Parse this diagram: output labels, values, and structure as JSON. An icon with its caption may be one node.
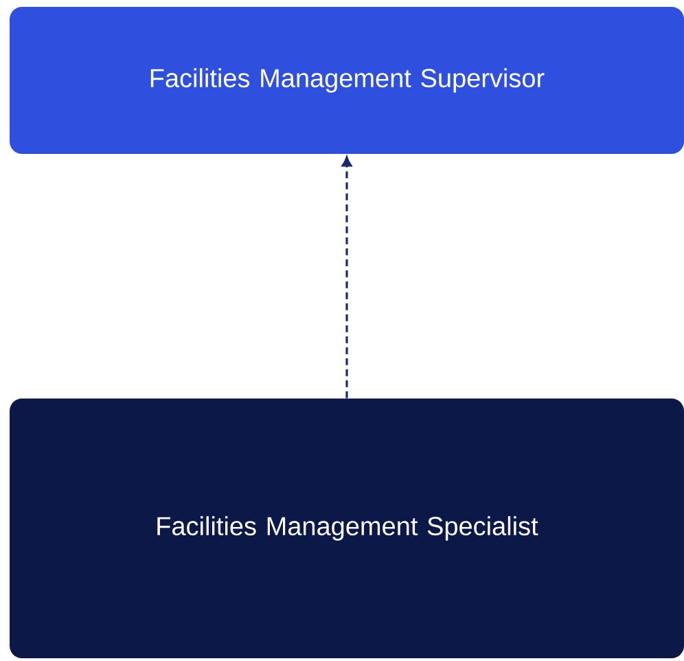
{
  "diagram": {
    "nodes": [
      {
        "text": [
          "Facilities Management Supervisor"
        ]
      },
      {
        "text": [
          "Facilities Management Specialist"
        ]
      }
    ],
    "edges": [
      {
        "from": 1,
        "to": 0,
        "arrow": "to",
        "style": "dashed"
      }
    ]
  }
}
